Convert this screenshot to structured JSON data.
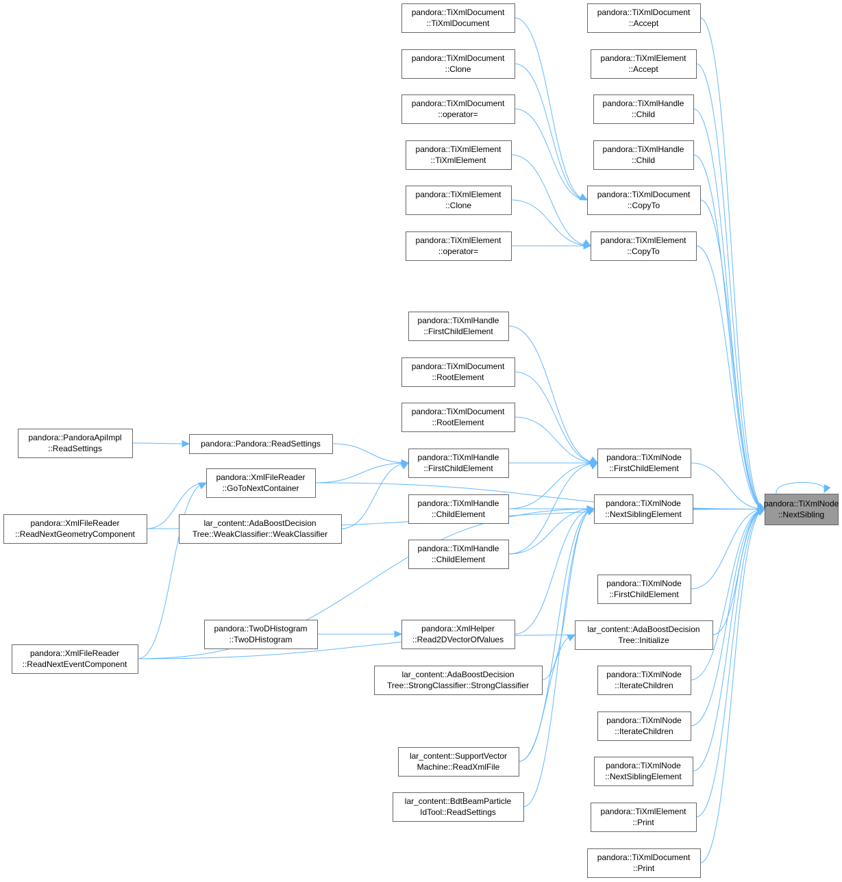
{
  "graph": {
    "colors": {
      "edge": "#63b8ff",
      "node_border": "#666666",
      "focus_fill": "#999999",
      "background": "#ffffff"
    },
    "nodes": {
      "n0": {
        "lines": [
          "pandora::TiXmlNode",
          "::NextSibling"
        ],
        "focus": true
      },
      "n1": {
        "lines": [
          "pandora::TiXmlDocument",
          "::Accept"
        ]
      },
      "n2": {
        "lines": [
          "pandora::TiXmlElement",
          "::Accept"
        ]
      },
      "n3": {
        "lines": [
          "pandora::TiXmlHandle",
          "::Child"
        ]
      },
      "n4": {
        "lines": [
          "pandora::TiXmlHandle",
          "::Child"
        ]
      },
      "n5": {
        "lines": [
          "pandora::TiXmlDocument",
          "::CopyTo"
        ]
      },
      "n6": {
        "lines": [
          "pandora::TiXmlDocument",
          "::TiXmlDocument"
        ]
      },
      "n7": {
        "lines": [
          "pandora::TiXmlDocument",
          "::Clone"
        ]
      },
      "n8": {
        "lines": [
          "pandora::TiXmlDocument",
          "::operator="
        ]
      },
      "n9": {
        "lines": [
          "pandora::TiXmlElement",
          "::CopyTo"
        ]
      },
      "n10": {
        "lines": [
          "pandora::TiXmlElement",
          "::TiXmlElement"
        ]
      },
      "n11": {
        "lines": [
          "pandora::TiXmlElement",
          "::Clone"
        ]
      },
      "n12": {
        "lines": [
          "pandora::TiXmlElement",
          "::operator="
        ]
      },
      "n13": {
        "lines": [
          "pandora::TiXmlNode",
          "::FirstChildElement"
        ]
      },
      "n14": {
        "lines": [
          "pandora::TiXmlHandle",
          "::FirstChildElement"
        ]
      },
      "n15": {
        "lines": [
          "pandora::TiXmlDocument",
          "::RootElement"
        ]
      },
      "n16": {
        "lines": [
          "pandora::TiXmlDocument",
          "::RootElement"
        ]
      },
      "n17": {
        "lines": [
          "pandora::TiXmlHandle",
          "::FirstChildElement"
        ]
      },
      "n18": {
        "lines": [
          "pandora::Pandora::ReadSettings"
        ]
      },
      "n19": {
        "lines": [
          "pandora::PandoraApiImpl",
          "::ReadSettings"
        ]
      },
      "n20": {
        "lines": [
          "pandora::XmlFileReader",
          "::GoToNextContainer"
        ]
      },
      "n21": {
        "lines": [
          "pandora::XmlFileReader",
          "::ReadNextGeometryComponent"
        ]
      },
      "n22": {
        "lines": [
          "pandora::XmlFileReader",
          "::ReadNextEventComponent"
        ]
      },
      "n23": {
        "lines": [
          "lar_content::AdaBoostDecision",
          "Tree::WeakClassifier::WeakClassifier"
        ]
      },
      "n24": {
        "lines": [
          "pandora::TiXmlHandle",
          "::ChildElement"
        ]
      },
      "n25": {
        "lines": [
          "pandora::TiXmlHandle",
          "::ChildElement"
        ]
      },
      "n26": {
        "lines": [
          "pandora::TiXmlNode",
          "::NextSiblingElement"
        ]
      },
      "n27": {
        "lines": [
          "pandora::XmlHelper",
          "::Read2DVectorOfValues"
        ]
      },
      "n28": {
        "lines": [
          "pandora::TwoDHistogram",
          "::TwoDHistogram"
        ]
      },
      "n29": {
        "lines": [
          "lar_content::AdaBoostDecision",
          "Tree::StrongClassifier::StrongClassifier"
        ]
      },
      "n30": {
        "lines": [
          "lar_content::SupportVector",
          "Machine::ReadXmlFile"
        ]
      },
      "n31": {
        "lines": [
          "lar_content::BdtBeamParticle",
          "IdTool::ReadSettings"
        ]
      },
      "n32": {
        "lines": [
          "pandora::TiXmlNode",
          "::FirstChildElement"
        ]
      },
      "n33": {
        "lines": [
          "lar_content::AdaBoostDecision",
          "Tree::Initialize"
        ]
      },
      "n34": {
        "lines": [
          "pandora::TiXmlNode",
          "::IterateChildren"
        ]
      },
      "n35": {
        "lines": [
          "pandora::TiXmlNode",
          "::IterateChildren"
        ]
      },
      "n36": {
        "lines": [
          "pandora::TiXmlNode",
          "::NextSiblingElement"
        ]
      },
      "n37": {
        "lines": [
          "pandora::TiXmlElement",
          "::Print"
        ]
      },
      "n38": {
        "lines": [
          "pandora::TiXmlDocument",
          "::Print"
        ]
      }
    },
    "edges": [
      [
        "n1",
        "n0"
      ],
      [
        "n2",
        "n0"
      ],
      [
        "n3",
        "n0"
      ],
      [
        "n4",
        "n0"
      ],
      [
        "n5",
        "n0"
      ],
      [
        "n9",
        "n0"
      ],
      [
        "n20",
        "n0"
      ],
      [
        "n13",
        "n0"
      ],
      [
        "n26",
        "n0"
      ],
      [
        "n21",
        "n0"
      ],
      [
        "n32",
        "n0"
      ],
      [
        "n33",
        "n0"
      ],
      [
        "n34",
        "n0"
      ],
      [
        "n35",
        "n0"
      ],
      [
        "n36",
        "n0"
      ],
      [
        "n37",
        "n0"
      ],
      [
        "n38",
        "n0"
      ],
      [
        "n0",
        "n0"
      ],
      [
        "n6",
        "n5"
      ],
      [
        "n7",
        "n5"
      ],
      [
        "n8",
        "n5"
      ],
      [
        "n10",
        "n9"
      ],
      [
        "n11",
        "n9"
      ],
      [
        "n12",
        "n9"
      ],
      [
        "n14",
        "n13"
      ],
      [
        "n15",
        "n13"
      ],
      [
        "n16",
        "n13"
      ],
      [
        "n17",
        "n13"
      ],
      [
        "n24",
        "n13"
      ],
      [
        "n25",
        "n13"
      ],
      [
        "n24",
        "n26"
      ],
      [
        "n25",
        "n26"
      ],
      [
        "n27",
        "n26"
      ],
      [
        "n29",
        "n26"
      ],
      [
        "n30",
        "n26"
      ],
      [
        "n31",
        "n26"
      ],
      [
        "n22",
        "n26"
      ],
      [
        "n18",
        "n17"
      ],
      [
        "n20",
        "n17"
      ],
      [
        "n23",
        "n17"
      ],
      [
        "n19",
        "n18"
      ],
      [
        "n21",
        "n20"
      ],
      [
        "n22",
        "n20"
      ],
      [
        "n28",
        "n27"
      ],
      [
        "n30",
        "n33"
      ],
      [
        "n22",
        "n33"
      ]
    ]
  }
}
